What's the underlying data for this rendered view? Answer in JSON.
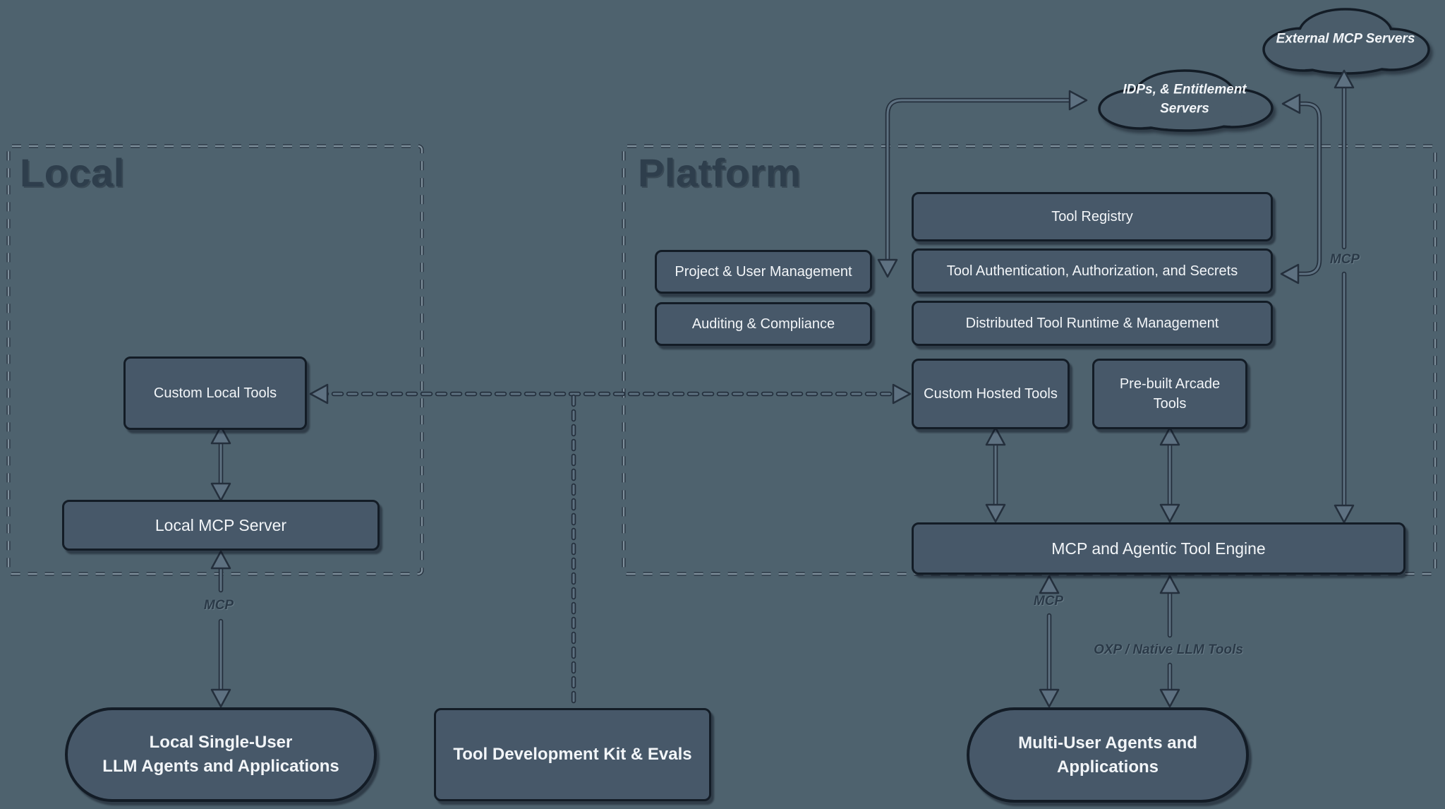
{
  "palette": {
    "bg": "#4e626e",
    "node_fill": "#475869",
    "node_border": "#131c26",
    "node_text": "#f2f5f8",
    "title_color": "#2e3e4c",
    "label_color": "#2a3947",
    "line_light": "#5e7181",
    "line_dark": "#242f3c",
    "dash_light": "#7f909c",
    "cloud_fill": "#4a5c6a"
  },
  "sections": {
    "local": {
      "title": "Local"
    },
    "platform": {
      "title": "Platform"
    }
  },
  "clouds": {
    "external_mcp": {
      "label": "External MCP Servers"
    },
    "idp": {
      "line1": "IDPs, & Entitlement",
      "line2": "Servers"
    }
  },
  "nodes": {
    "tool_registry": "Tool Registry",
    "project_user_management": "Project & User Management",
    "tool_auth": "Tool Authentication, Authorization, and Secrets",
    "auditing_compliance": "Auditing & Compliance",
    "distributed_runtime": "Distributed Tool Runtime & Management",
    "custom_hosted_tools": "Custom Hosted Tools",
    "prebuilt_arcade_tools": "Pre-built Arcade Tools",
    "mcp_engine": "MCP and Agentic Tool Engine",
    "custom_local_tools": "Custom Local Tools",
    "local_mcp_server": "Local MCP Server",
    "tool_dev_kit": "Tool Development Kit & Evals",
    "local_agents": {
      "line1": "Local Single-User",
      "line2": "LLM Agents and Applications"
    },
    "multi_user_agents": {
      "line1": "Multi-User Agents and",
      "line2": "Applications"
    }
  },
  "edge_labels": {
    "local_server_protocol": "MCP",
    "engine_protocol": "MCP",
    "external_protocol": "MCP",
    "oxp_protocol": "OXP / Native LLM Tools"
  }
}
